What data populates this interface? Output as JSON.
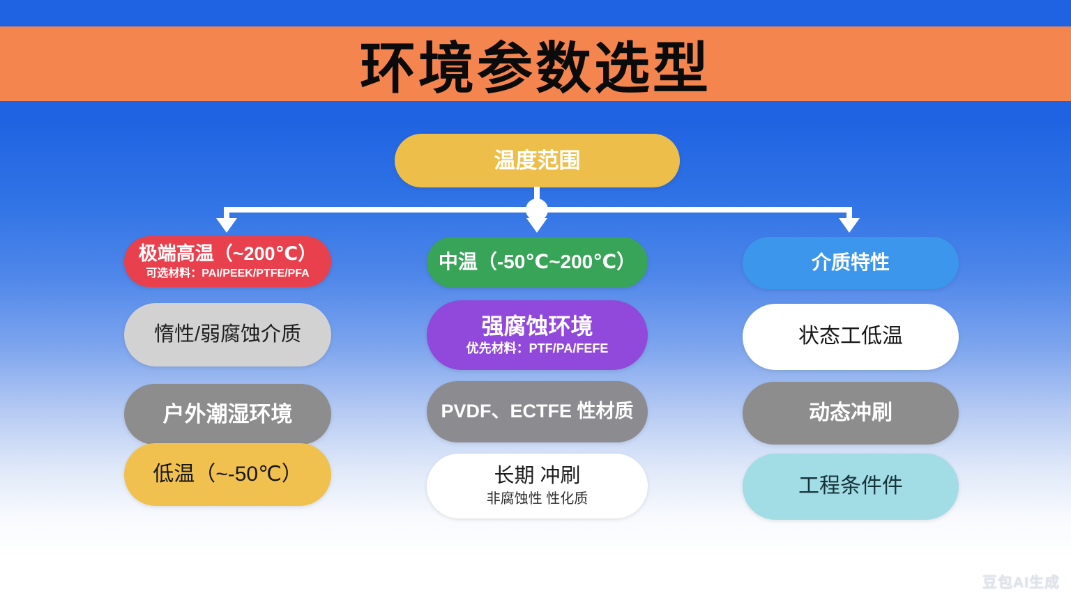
{
  "header": {
    "title": "环境参数选型",
    "banner_color": "#F5854E",
    "title_color": "#0B0B0B"
  },
  "background": {
    "top_color": "#2063E2",
    "bottom_color": "#FFFFFF"
  },
  "connector_color": "#FFFFFF",
  "root_node": {
    "label": "温度范围",
    "color": "#EEBE4A",
    "text_color": "#FFFFFF"
  },
  "columns": [
    {
      "pills": [
        {
          "title": "极端高温（~200℃）",
          "subtitle": "可选材料：PAI/PEEK/PTFE/PFA",
          "color": "#E8404C",
          "text_color": "#FFFFFF"
        },
        {
          "title": "惰性/弱腐蚀介质",
          "color": "#D2D2D2",
          "text_color": "#1E1E1E"
        },
        {
          "title": "户外潮湿环境",
          "color": "#8D8D8D",
          "text_color": "#FFFFFF"
        },
        {
          "title": "低温（~-50℃）",
          "color": "#F0C14F",
          "text_color": "#161616"
        }
      ]
    },
    {
      "pills": [
        {
          "title": "中温（-50℃~200℃）",
          "color": "#38A457",
          "text_color": "#FFFFFF"
        },
        {
          "title": "强腐蚀环境",
          "subtitle": "优先材料：PTF/PA/FEFE",
          "color": "#9049DA",
          "text_color": "#FFFFFF"
        },
        {
          "title": "PVDF、ECTFE 性材质",
          "color": "#8C8C90",
          "text_color": "#FFFFFF"
        },
        {
          "title": "长期  冲刷",
          "subtitle": "非腐蚀性 性化质",
          "color": "#FFFFFF",
          "text_color": "#1B1B1B"
        }
      ]
    },
    {
      "pills": [
        {
          "title": "介质特性",
          "color": "#3B96EC",
          "text_color": "#FFFFFF"
        },
        {
          "title": "状态工低温",
          "color": "#FFFFFF",
          "text_color": "#161616"
        },
        {
          "title": "动态冲刷",
          "color": "#8D8D8D",
          "text_color": "#FFFFFF"
        },
        {
          "title": "工程条件件",
          "color": "#A2DCE5",
          "text_color": "#17333A"
        }
      ]
    }
  ],
  "watermark": "豆包AI生成"
}
